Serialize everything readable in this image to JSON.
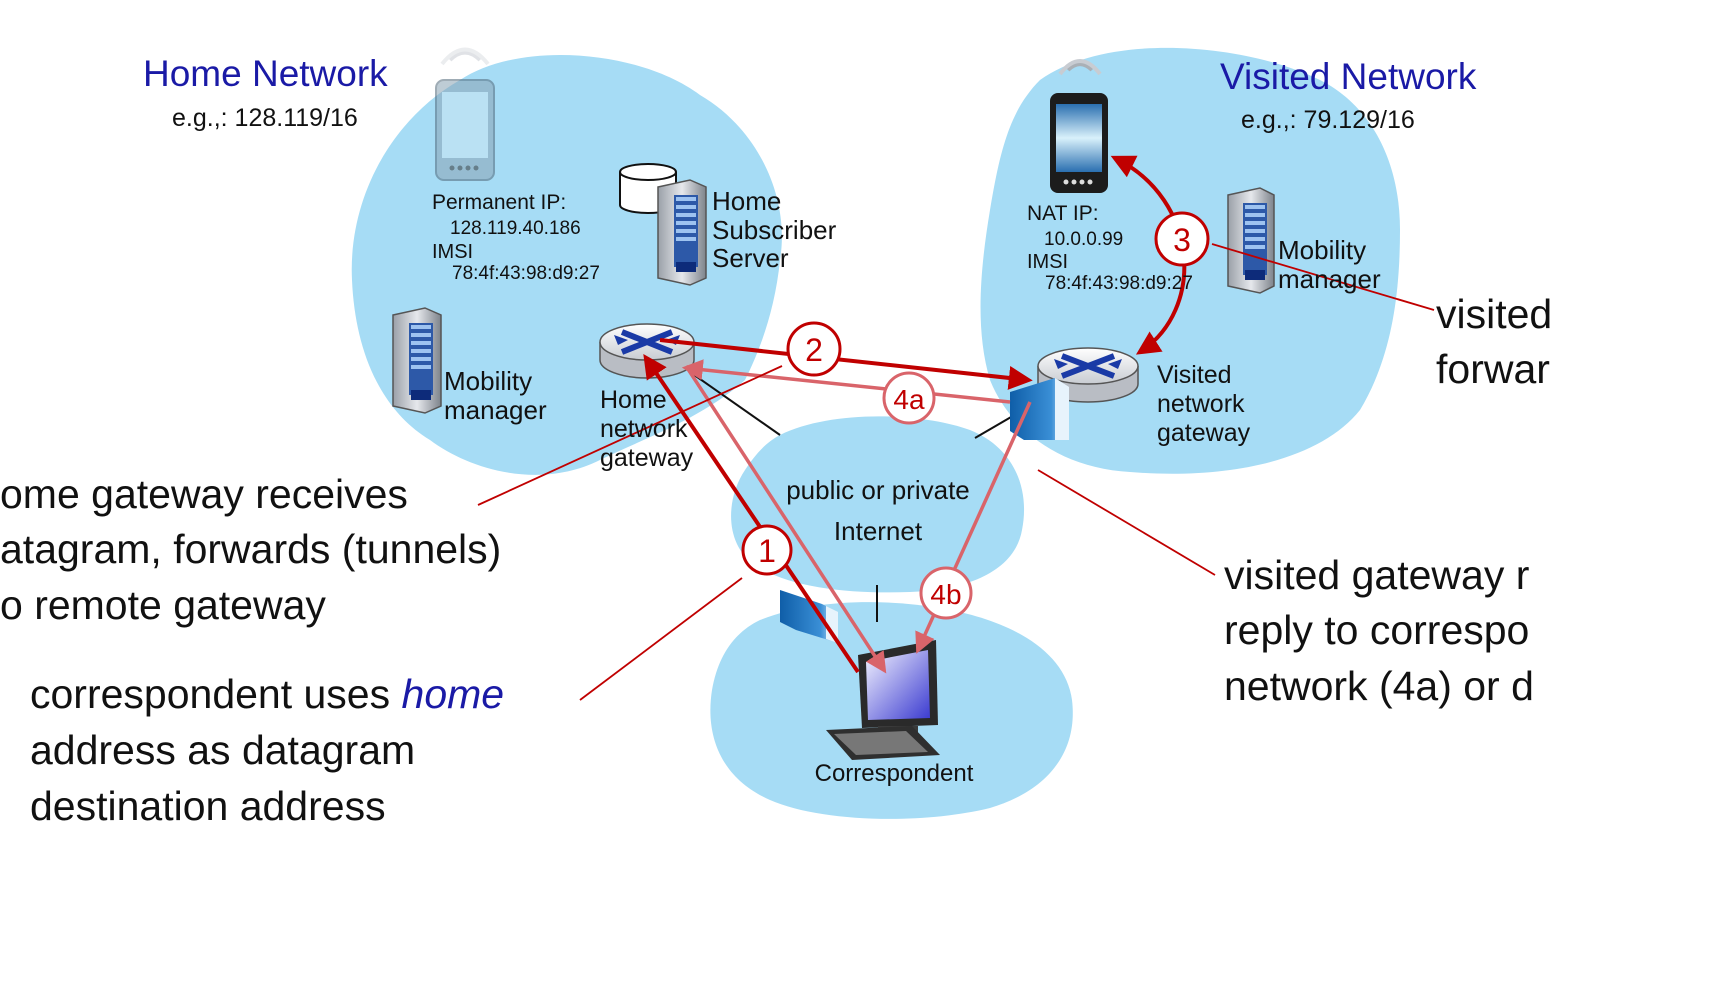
{
  "colors": {
    "cloud": "#a6dcf5",
    "red_arrow": "#c00000",
    "pink_arrow": "#d9646a",
    "title_blue": "#1a1aa6",
    "text": "#111111"
  },
  "home_network": {
    "title": "Home Network",
    "prefix": "e.g.,: 128.119/16",
    "phone_ip_label": "Permanent IP:",
    "phone_ip_value": "128.119.40.186",
    "phone_imsi_label": "IMSI",
    "phone_imsi_value": "78:4f:43:98:d9:27",
    "hss_line1": "Home",
    "hss_line2": "Subscriber",
    "hss_line3": "Server",
    "mm_line1": "Mobility",
    "mm_line2": "manager",
    "gw_line1": "Home",
    "gw_line2": "network",
    "gw_line3": "gateway"
  },
  "visited_network": {
    "title": "Visited Network",
    "prefix": "e.g.,: 79.129/16",
    "phone_ip_label": "NAT IP:",
    "phone_ip_value": "10.0.0.99",
    "phone_imsi_label": "IMSI",
    "phone_imsi_value": "78:4f:43:98:d9:27",
    "mm_line1": "Mobility",
    "mm_line2": "manager",
    "gw_line1": "Visited",
    "gw_line2": "network",
    "gw_line3": "gateway"
  },
  "internet": {
    "line1": "public or  private",
    "line2": "Internet"
  },
  "correspondent": {
    "label": "Correspondent"
  },
  "steps": {
    "s1": "1",
    "s2": "2",
    "s3": "3",
    "s4a": "4a",
    "s4b": "4b"
  },
  "annotations": {
    "home_gateway": {
      "line1": "ome gateway receives",
      "line2": "atagram, forwards (tunnels)",
      "line3": "o remote gateway"
    },
    "correspondent_uses": {
      "line1_a": "correspondent uses ",
      "line1_b": "home",
      "line2": "address as datagram",
      "line3": "destination address"
    },
    "visited_gateway_reply": {
      "line1": "visited gateway r",
      "line2": "reply to correspo",
      "line3": "network (4a) or d"
    },
    "visited_forward": {
      "line1": "visited",
      "line2": "forwar"
    }
  }
}
